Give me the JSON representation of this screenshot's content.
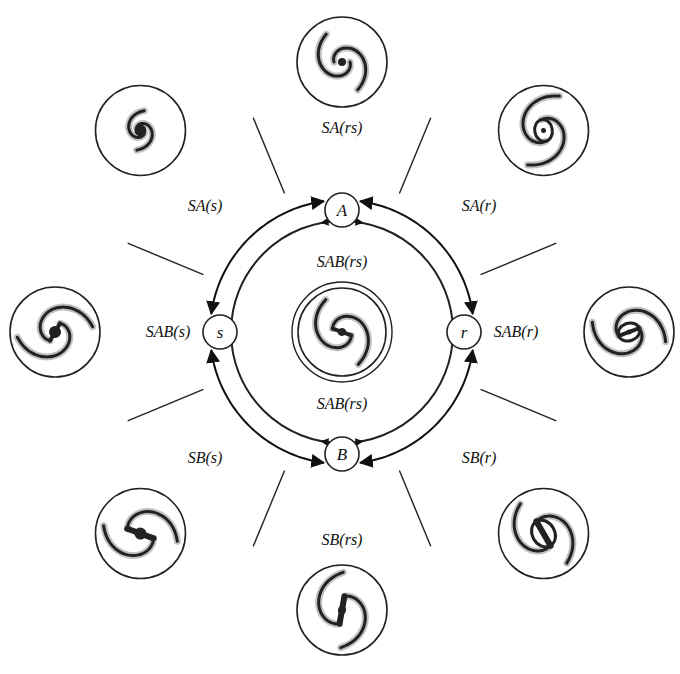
{
  "diagram": {
    "nodes": [
      {
        "text": [
          "A"
        ]
      },
      {
        "text": [
          "r"
        ]
      },
      {
        "text": [
          "B"
        ]
      },
      {
        "text": [
          "s"
        ]
      }
    ],
    "edges": [
      {
        "from": 0,
        "to": 1,
        "arrow": "both"
      },
      {
        "from": 1,
        "to": 2,
        "arrow": "both"
      },
      {
        "from": 2,
        "to": 3,
        "arrow": "both"
      },
      {
        "from": 3,
        "to": 0,
        "arrow": "both"
      }
    ],
    "labels": [
      "SA(rs)",
      "SA(s)",
      "SA(r)",
      "SAB(rs)",
      "SAB(s)",
      "SAB(r)",
      "SAB(rs)",
      "SB(s)",
      "SB(r)",
      "SB(rs)"
    ]
  }
}
